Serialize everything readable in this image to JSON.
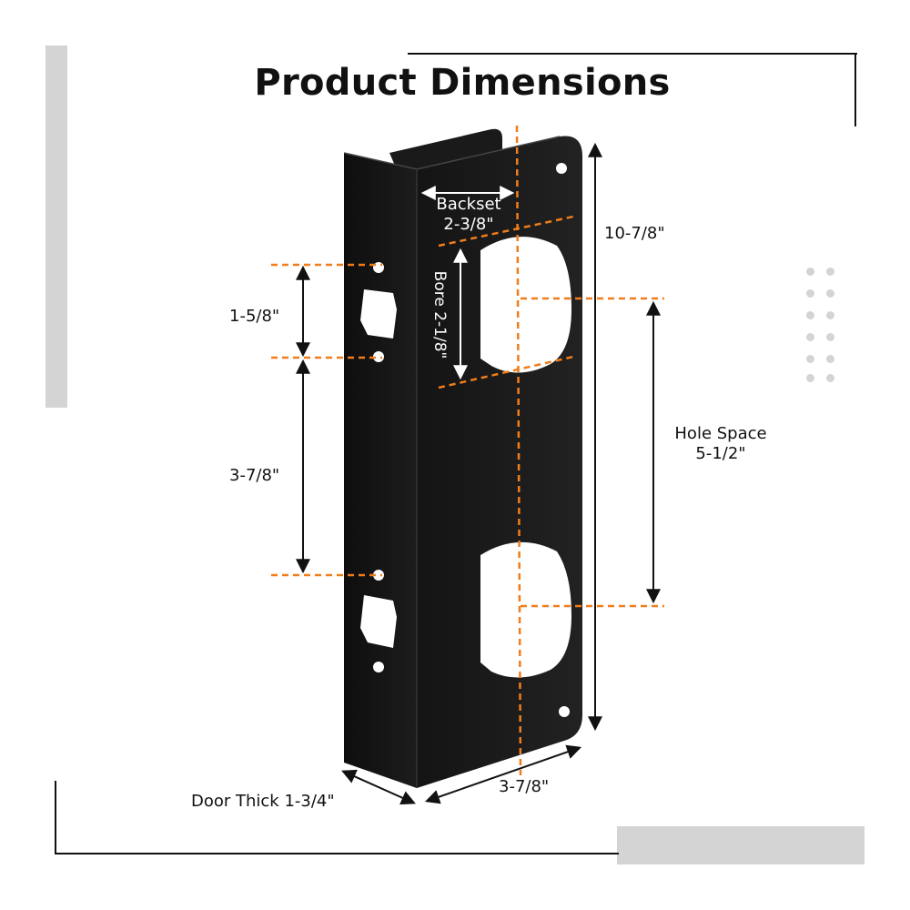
{
  "title": "Product Dimensions",
  "labels": {
    "backset_name": "Backset",
    "backset_value": "2-3/8\"",
    "bore": "Bore 2-1/8\"",
    "height": "10-7/8\"",
    "hole_space_name": "Hole Space",
    "hole_space_value": "5-1/2\"",
    "top_spacing": "1-5/8\"",
    "mid_spacing": "3-7/8\"",
    "width": "3-7/8\"",
    "door_thick": "Door Thick 1-3/4\""
  },
  "colors": {
    "plate": "#1b1b1b",
    "plate_edge": "#2a2a2a",
    "guide": "#f07d1a",
    "arrow": "#111111",
    "accent_gray": "#d4d4d4"
  }
}
